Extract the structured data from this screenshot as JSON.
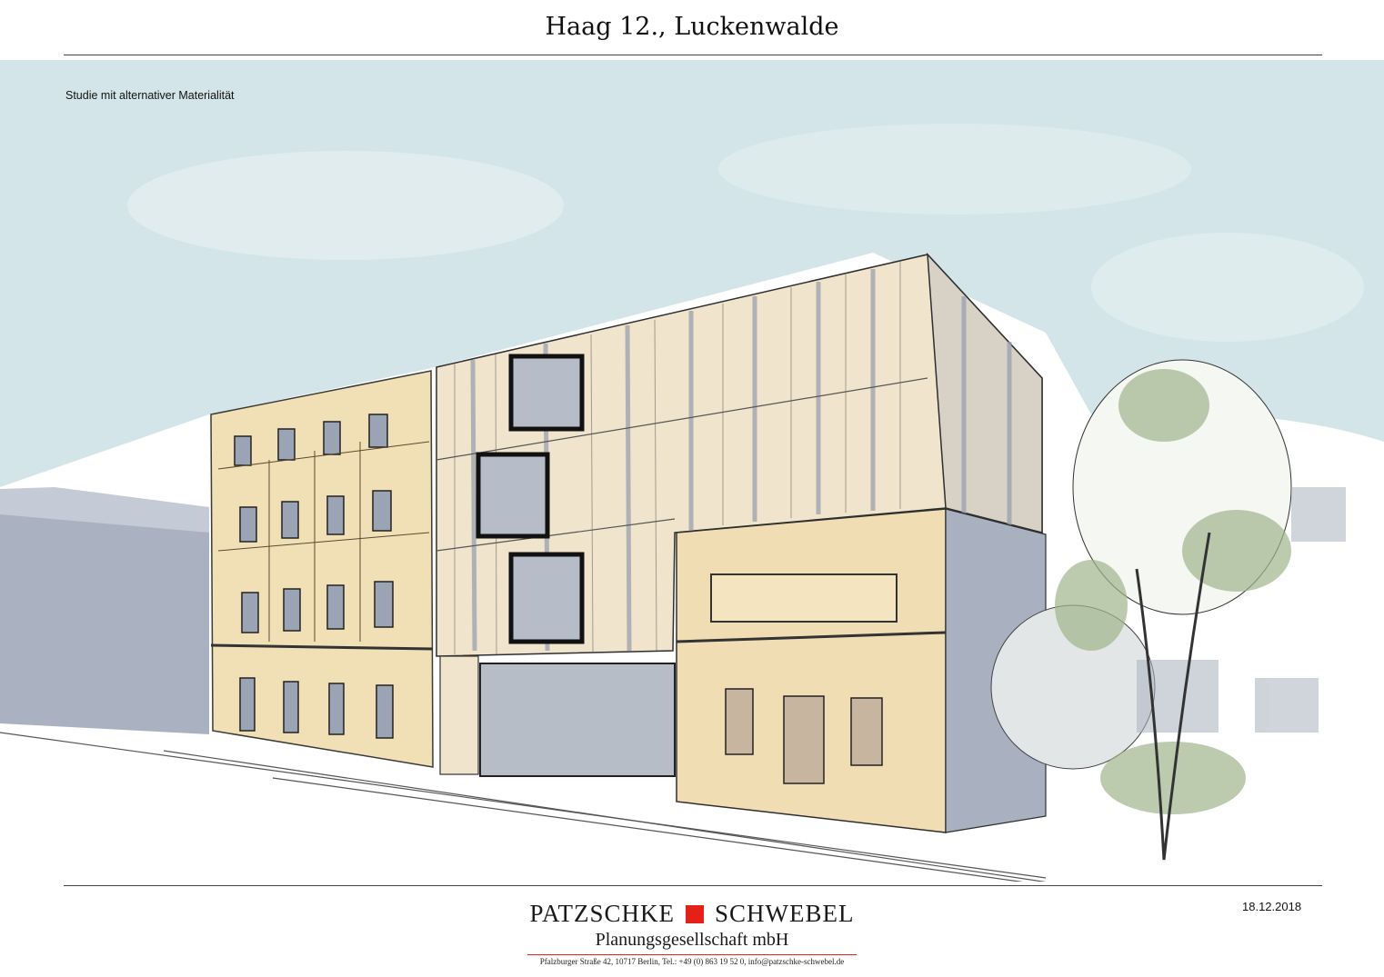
{
  "header": {
    "title": "Haag 12., Luckenwalde"
  },
  "drawing": {
    "caption": "Studie mit alternativer Materialität"
  },
  "footer": {
    "brand_left": "PATZSCHKE",
    "brand_right": "SCHWEBEL",
    "subtitle": "Planungsgesellschaft mbH",
    "address": "Pfalzburger Straße 42, 10717 Berlin, Tel.: +49 (0) 863 19 52 0, info@patzschke-schwebel.de",
    "date": "18.12.2018"
  },
  "colors": {
    "sky": "#cfe3e6",
    "facade_wood": "#efe3cc",
    "facade_brick": "#f0dfb6",
    "shadow_grey": "#8f98a8",
    "foliage": "#9fb38a",
    "brand_red": "#e32119"
  }
}
